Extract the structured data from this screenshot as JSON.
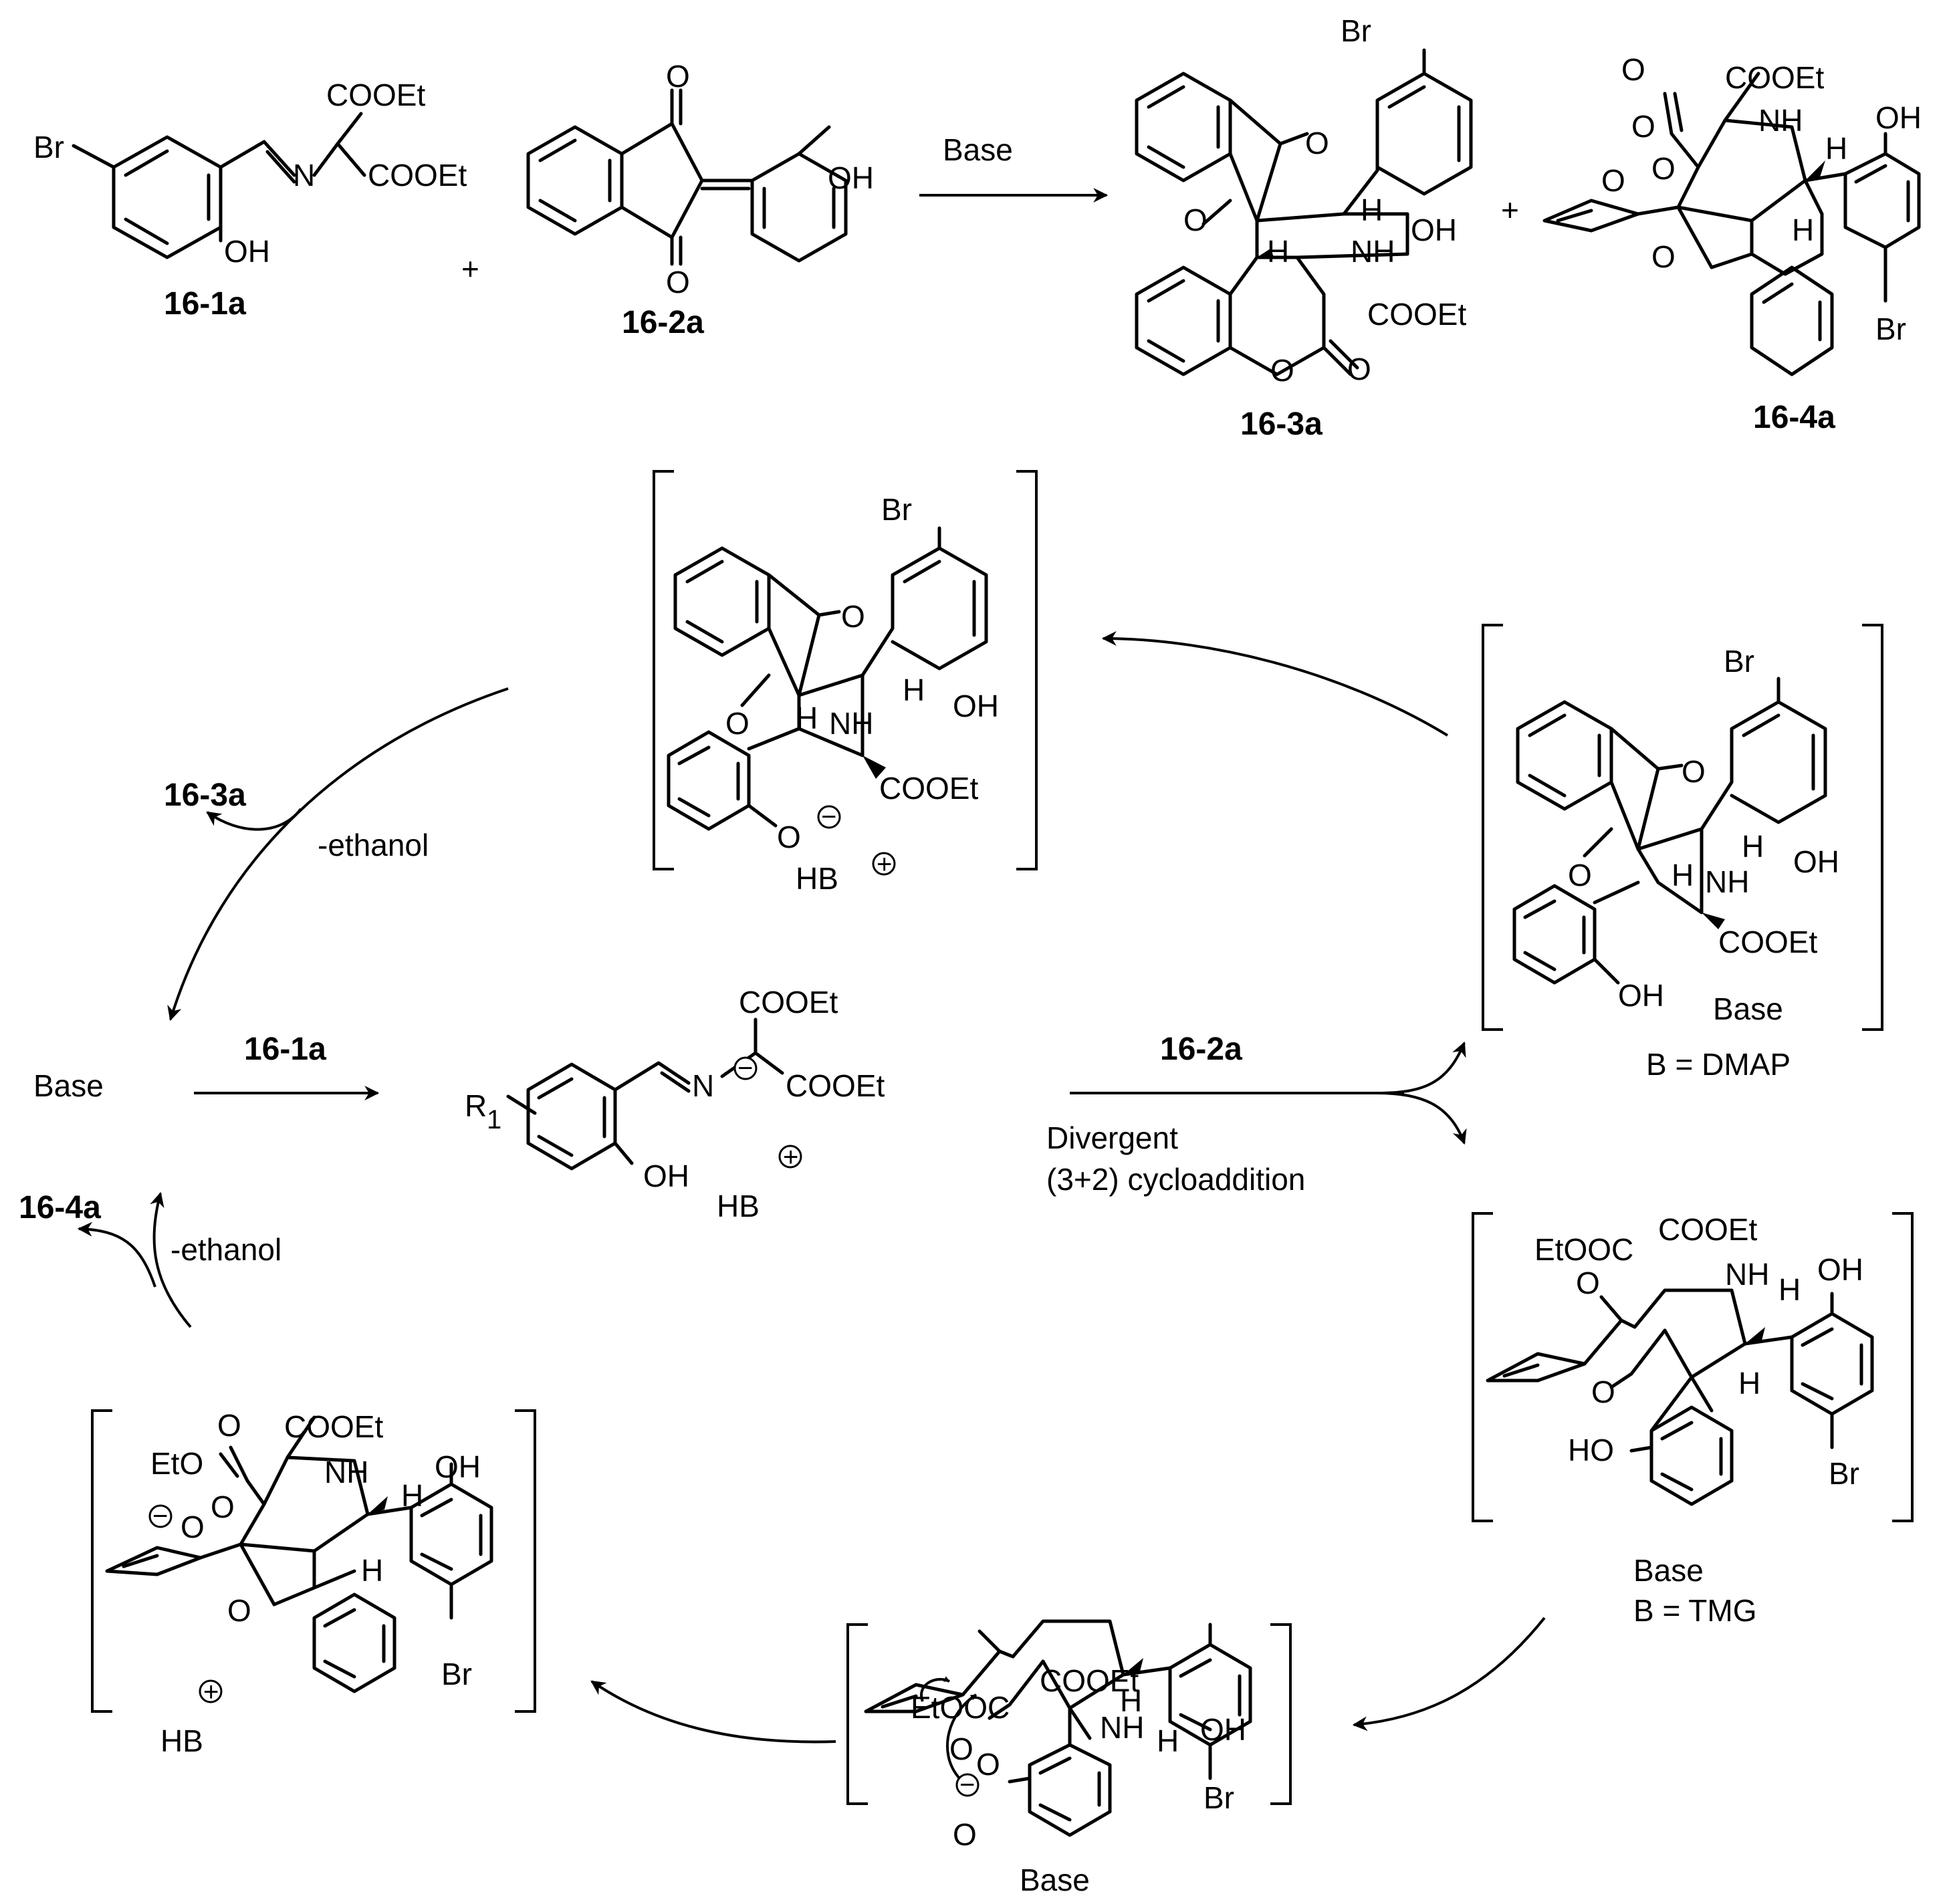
{
  "compounds": {
    "c1": "16-1a",
    "c2": "16-2a",
    "c3": "16-3a",
    "c4": "16-4a"
  },
  "atoms": {
    "br": "Br",
    "oh": "OH",
    "ho": "HO",
    "o": "O",
    "n": "N",
    "nh": "NH",
    "h": "H",
    "cooet": "COOEt",
    "etooc": "EtOOC",
    "eto": "EtO",
    "hb": "HB",
    "r1": "R",
    "r1_sub": "1"
  },
  "symbols": {
    "plus": "+",
    "plus_circle": "+",
    "minus_circle": "−"
  },
  "reagents": {
    "base": "Base",
    "minus_ethanol": "-ethanol",
    "b_dmap": "B = DMAP",
    "b_tmg": "B = TMG",
    "divergent": "Divergent",
    "cycloaddition": "(3+2) cycloaddition"
  }
}
